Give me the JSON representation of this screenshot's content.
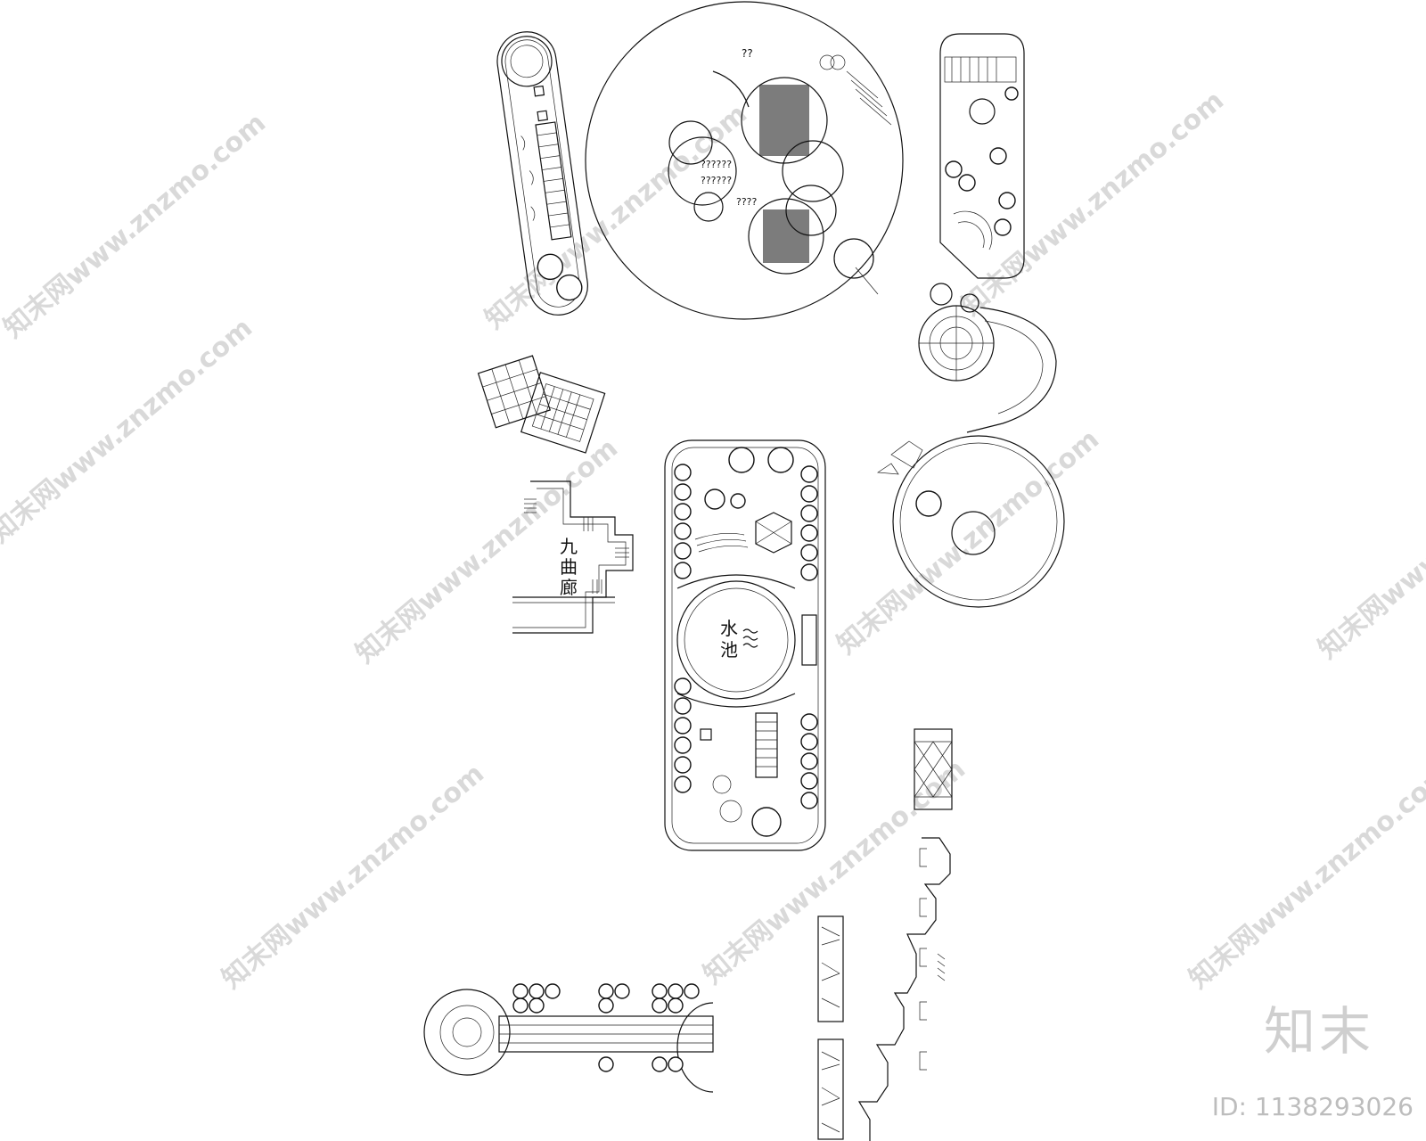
{
  "labels": {
    "corridor_line1": "九",
    "corridor_line2": "曲",
    "corridor_line3": "廊",
    "pond_line1": "水",
    "pond_line2": "池",
    "qmarks_a": "??",
    "qmarks_b": "??????",
    "qmarks_c": "??????",
    "qmarks_d": "????"
  },
  "watermark": {
    "text": "知末网www.znzmo.com"
  },
  "brand": {
    "logo": "知末",
    "id_text": "ID: 1138293026"
  },
  "colors": {
    "ink": "#111111",
    "watermark": "#d9d9d9",
    "background": "#ffffff"
  }
}
